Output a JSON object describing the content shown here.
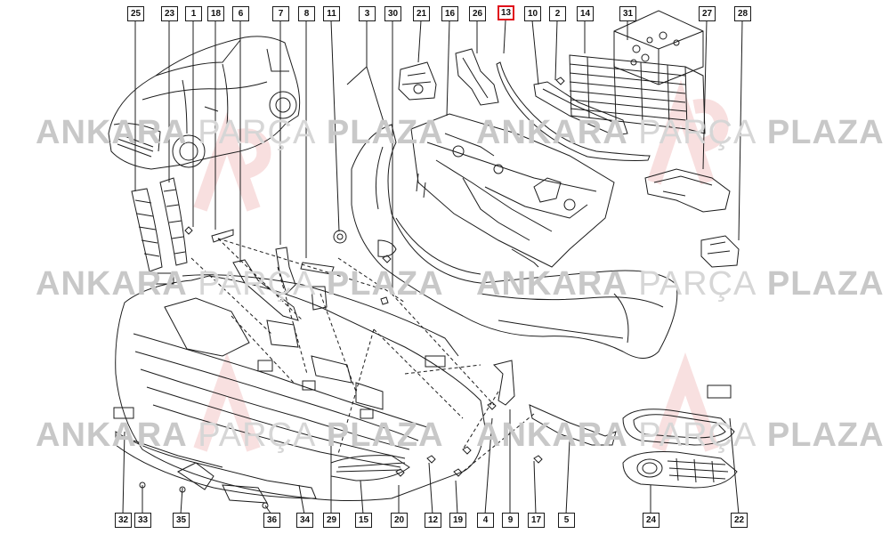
{
  "watermark": {
    "brand_bold": "ANKARA",
    "brand_light": "PARÇA",
    "brand_end": "PLAZA"
  },
  "highlighted_callout": "13",
  "callouts": {
    "top": [
      "25",
      "23",
      "1",
      "18",
      "6",
      "7",
      "8",
      "11",
      "3",
      "30",
      "21",
      "16",
      "26",
      "13",
      "10",
      "2",
      "14",
      "31",
      "27",
      "28"
    ],
    "bottom": [
      "32",
      "33",
      "35",
      "36",
      "34",
      "29",
      "15",
      "20",
      "12",
      "19",
      "4",
      "9",
      "17",
      "5",
      "24",
      "22"
    ]
  },
  "colors": {
    "line": "#1c1c1c",
    "highlight": "#e0101b",
    "watermark": "#cccccc"
  }
}
